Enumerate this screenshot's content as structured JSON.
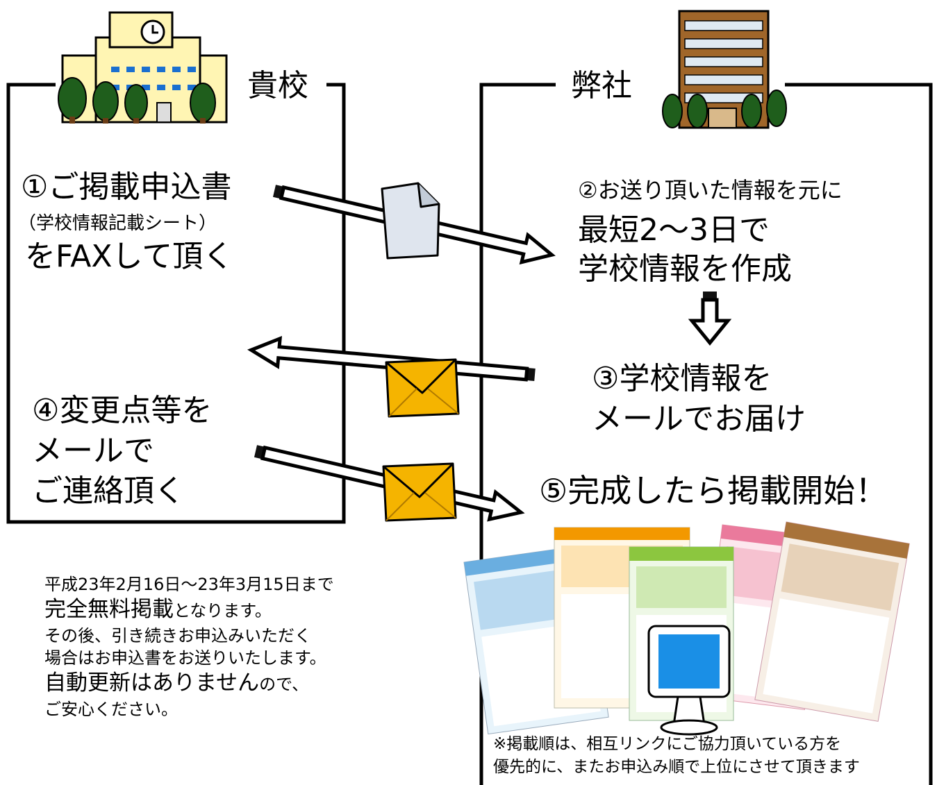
{
  "school": {
    "label": "貴校"
  },
  "company": {
    "label": "弊社"
  },
  "step1": {
    "line1": "①ご掲載申込書",
    "line2": "（学校情報記載シート）",
    "line3": "をFAXして頂く"
  },
  "step2": {
    "line1": "②お送り頂いた情報を元に",
    "line2": "最短2～3日で",
    "line3": "学校情報を作成"
  },
  "step3": {
    "line1": "③学校情報を",
    "line2": "メールでお届け"
  },
  "step4": {
    "line1": "④変更点等を",
    "line2": "メールで",
    "line3": "ご連絡頂く"
  },
  "step5": {
    "label": "⑤完成したら掲載開始！"
  },
  "note": {
    "line1": "平成23年2月16日～23年3月15日まで",
    "line2_em": "完全無料掲載",
    "line2_rest": "となります。",
    "line3": "その後、引き続きお申込みいただく",
    "line4": "場合はお申込書をお送りいたします。",
    "line5_em": "自動更新はありません",
    "line5_rest": "ので、",
    "line6": "ご安心ください。"
  },
  "footnote": {
    "line1": "※掲載順は、相互リンクにご協力頂いている方を",
    "line2": "優先的に、またお申込み順で上位にさせて頂きます"
  },
  "colors": {
    "envelope": "#f5b400",
    "building_school": "#fff5b3",
    "building_company": "#a0662a",
    "tree": "#1f5e1c",
    "monitor_screen": "#1a8fe6"
  }
}
